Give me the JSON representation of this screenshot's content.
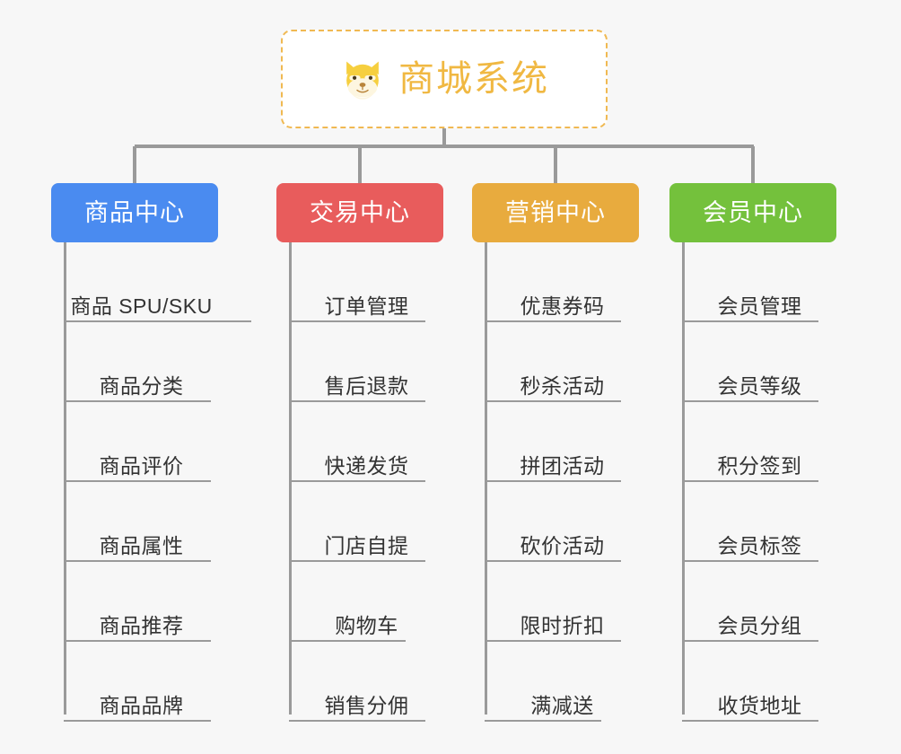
{
  "root": {
    "title": "商城系统",
    "icon": "shiba-dog-emoji",
    "border_color": "#f0b952",
    "text_color": "#f0b842",
    "background": "#ffffff"
  },
  "canvas": {
    "background": "#f7f7f7",
    "connector_color": "#9a9a9a"
  },
  "columns": [
    {
      "title": "商品中心",
      "color": "#4a8bf0",
      "items": [
        {
          "label": "商品 SPU/SKU"
        },
        {
          "label": "商品分类"
        },
        {
          "label": "商品评价"
        },
        {
          "label": "商品属性"
        },
        {
          "label": "商品推荐"
        },
        {
          "label": "商品品牌"
        }
      ]
    },
    {
      "title": "交易中心",
      "color": "#e85c5c",
      "items": [
        {
          "label": "订单管理"
        },
        {
          "label": "售后退款"
        },
        {
          "label": "快递发货"
        },
        {
          "label": "门店自提"
        },
        {
          "label": "购物车"
        },
        {
          "label": "销售分佣"
        }
      ]
    },
    {
      "title": "营销中心",
      "color": "#e8ab3e",
      "items": [
        {
          "label": "优惠券码"
        },
        {
          "label": "秒杀活动"
        },
        {
          "label": "拼团活动"
        },
        {
          "label": "砍价活动"
        },
        {
          "label": "限时折扣"
        },
        {
          "label": "满减送"
        }
      ]
    },
    {
      "title": "会员中心",
      "color": "#74c13c",
      "items": [
        {
          "label": "会员管理"
        },
        {
          "label": "会员等级"
        },
        {
          "label": "积分签到"
        },
        {
          "label": "会员标签"
        },
        {
          "label": "会员分组"
        },
        {
          "label": "收货地址"
        }
      ]
    }
  ]
}
